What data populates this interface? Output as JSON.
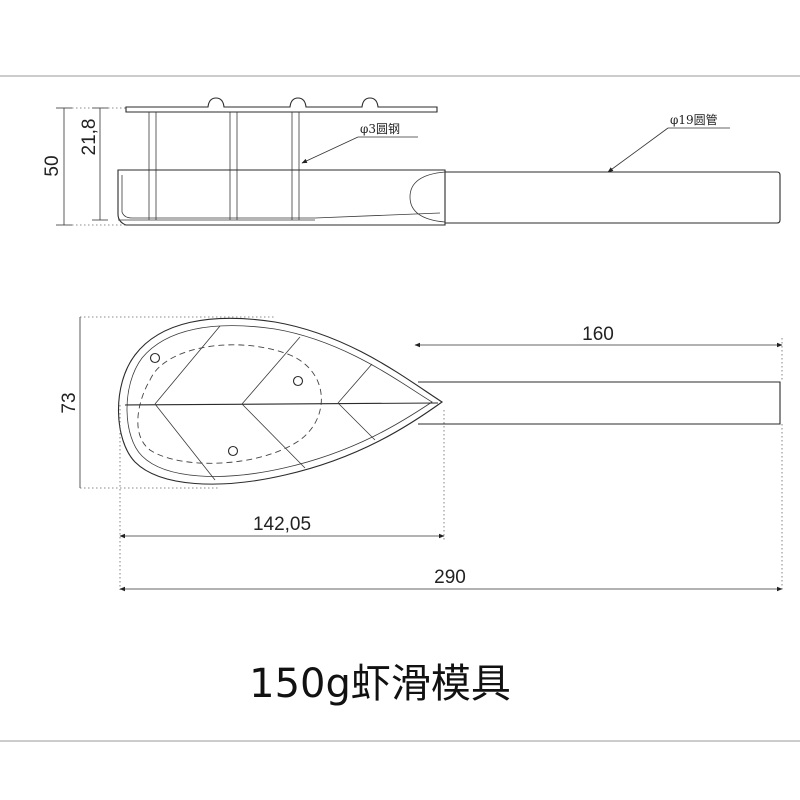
{
  "title": "150g虾滑模具",
  "callouts": {
    "wire": "φ3圆钢",
    "tube": "φ19圆管"
  },
  "dimensions": {
    "height_total": "50",
    "height_basket": "21,8",
    "width_head": "73",
    "handle_length": "160",
    "head_length": "142,05",
    "total_length": "290"
  }
}
